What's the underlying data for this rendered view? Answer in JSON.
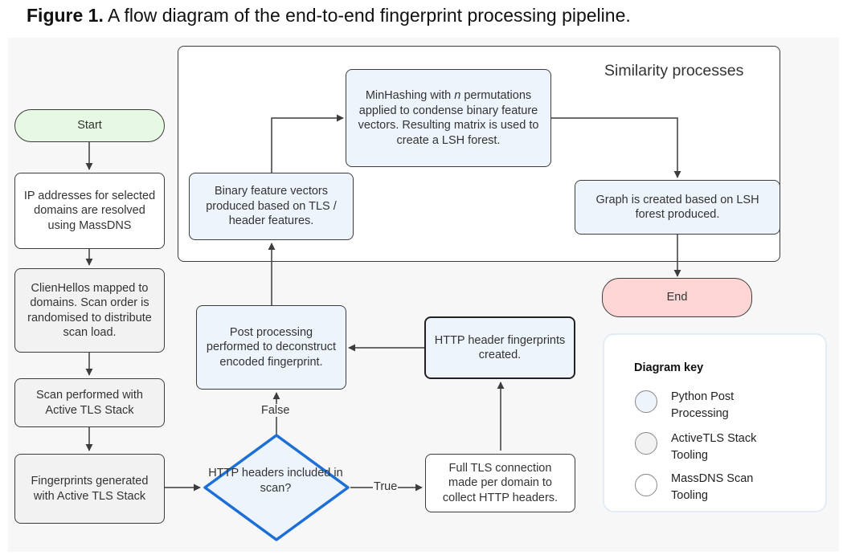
{
  "caption": {
    "prefix": "Figure 1.",
    "text": " A flow diagram of the end-to-end fingerprint processing pipeline."
  },
  "region": {
    "title": "Similarity processes"
  },
  "nodes": {
    "start": "Start",
    "ip_resolve": "IP addresses for selected domains are resolved using MassDNS",
    "clienthellos": "ClienHellos mapped to domains. Scan order is randomised to distribute scan load.",
    "scan": "Scan performed with Active TLS Stack",
    "fingerprints": "Fingerprints generated with Active TLS Stack",
    "decision": "HTTP headers included in scan?",
    "full_tls": "Full TLS connection made per domain to collect HTTP headers.",
    "http_fp": "HTTP header fingerprints created.",
    "post_proc": "Post processing performed to deconstruct encoded fingerprint.",
    "binary": "Binary feature vectors produced based on TLS / header features.",
    "minhash_a": "MinHashing with ",
    "minhash_n": "n",
    "minhash_b": " permutations applied to condense binary feature vectors. Resulting matrix is used to create a LSH forest.",
    "graph": "Graph is created based on LSH forest produced.",
    "end": "End"
  },
  "edges": {
    "true_label": "True",
    "false_label": "False"
  },
  "key": {
    "title": "Diagram key",
    "items": [
      {
        "label": "Python Post Processing",
        "color": "#eef4fc"
      },
      {
        "label": "ActiveTLS Stack Tooling",
        "color": "#f2f2f2"
      },
      {
        "label": "MassDNS Scan Tooling",
        "color": "#ffffff"
      }
    ]
  },
  "colors": {
    "decision_border": "#1c6fd6",
    "start_fill": "#e6f9e2",
    "end_fill": "#fed5d5"
  }
}
